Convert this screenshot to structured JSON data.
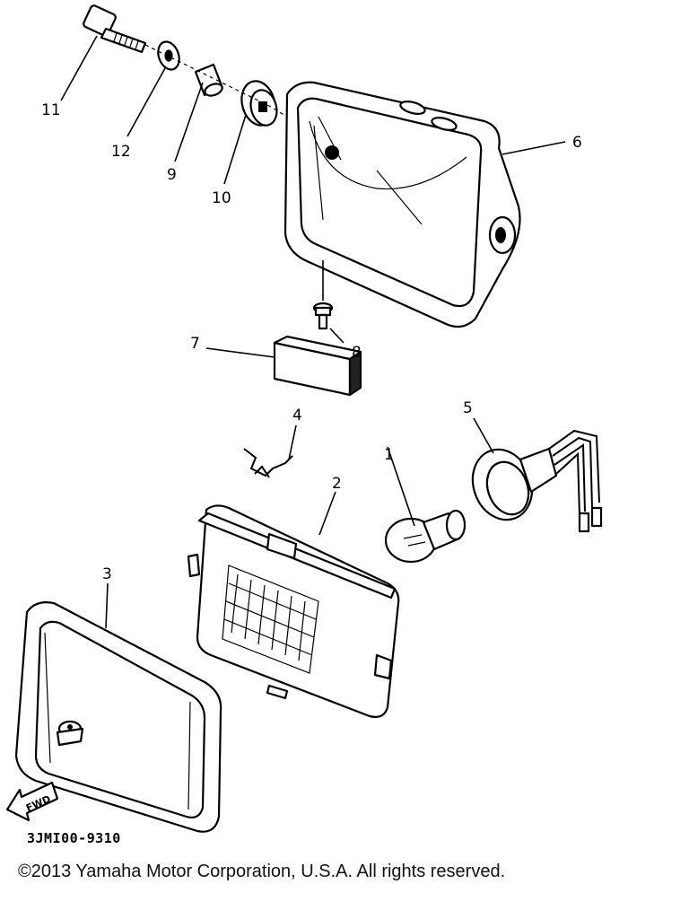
{
  "diagram": {
    "callouts": {
      "c1": "1",
      "c2": "2",
      "c3": "3",
      "c4": "4",
      "c5": "5",
      "c6": "6",
      "c7": "7",
      "c8": "8",
      "c9": "9",
      "c10": "10",
      "c11": "11",
      "c12": "12"
    },
    "direction_label": "FWD",
    "drawing_code": "3JMI00-9310"
  },
  "footer": {
    "copyright": "©2013 Yamaha Motor Corporation, U.S.A. All rights reserved."
  }
}
